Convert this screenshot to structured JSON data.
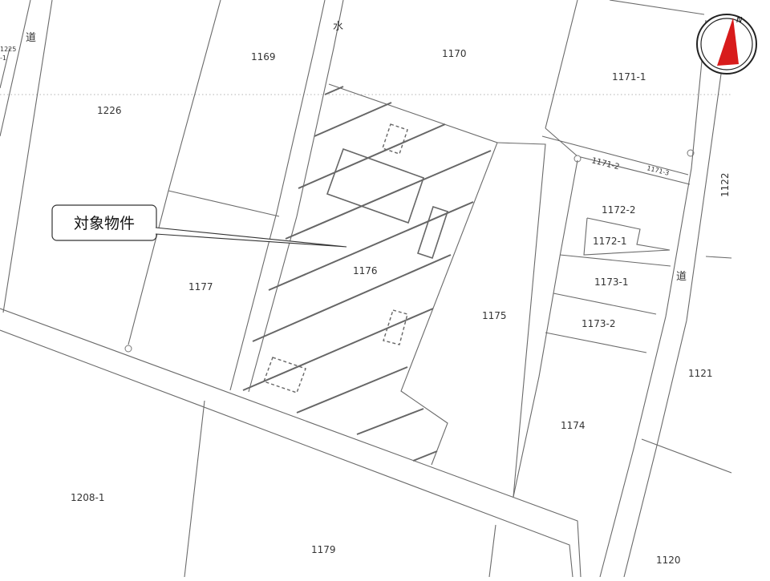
{
  "target_label": "対象物件",
  "compass": {
    "north_letter": "N",
    "arrow_color": "#d81b1b"
  },
  "road_labels": {
    "michi_left": "道",
    "mizu": "水",
    "michi_right": "道"
  },
  "parcels": {
    "p1169": "1169",
    "p1170": "1170",
    "p1171_1": "1171-1",
    "p1226": "1226",
    "p1225": "1225",
    "p1225_sub": "-1",
    "p1171_2": "1171-2",
    "p1171_3": "1171-3",
    "p1122": "1122",
    "p1172_2": "1172-2",
    "p1172_1": "1172-1",
    "p1176": "1176",
    "p1177": "1177",
    "p1173_1": "1173-1",
    "p1175": "1175",
    "p1173_2": "1173-2",
    "p1121": "1121",
    "p1174": "1174",
    "p1208_1": "1208-1",
    "p1179": "1179",
    "p1120": "1120"
  }
}
